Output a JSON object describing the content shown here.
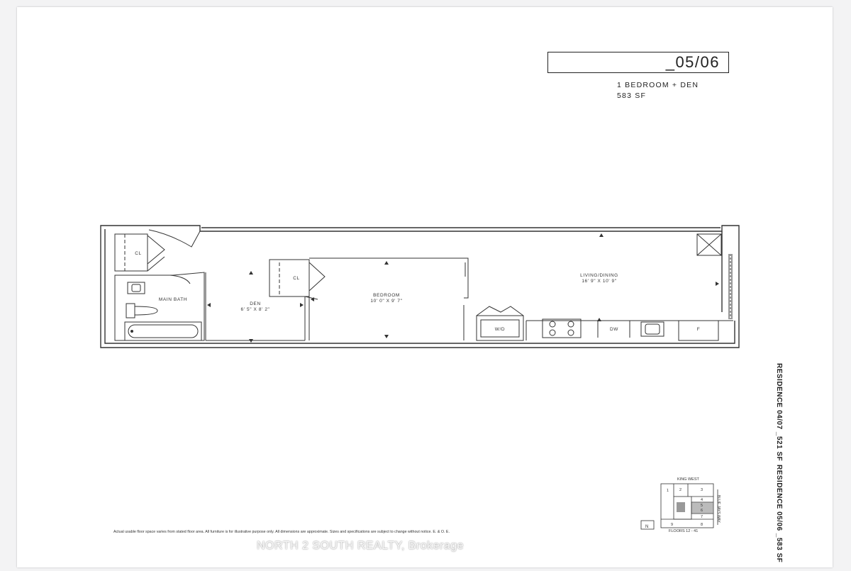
{
  "header": {
    "unit_number": "_05/06",
    "unit_type": "1 BEDROOM + DEN",
    "unit_size": "583 SF"
  },
  "rooms": {
    "closet_1": "CL",
    "closet_2": "CL",
    "main_bath": "MAIN BATH",
    "den_name": "DEN",
    "den_dims": "6' 5\" X 8' 2\"",
    "bedroom_name": "BEDROOM",
    "bedroom_dims": "10' 0\" X 9' 7\"",
    "living_name": "LIVING/DINING",
    "living_dims": "16' 9\" X 10' 9\"",
    "washer_dryer": "W/D",
    "dishwasher": "DW",
    "fridge": "F"
  },
  "side_labels": {
    "residence_a": "RESIDENCE 04/07 _521 SF",
    "residence_b": "RESIDENCE 05/06 _583 SF"
  },
  "key_plan": {
    "street_top": "KING WEST",
    "street_side": "BLUE JAYS WAY",
    "floors": "FLOORS 12 - 41",
    "north": "N",
    "unit_numbers": [
      "1",
      "2",
      "3",
      "4",
      "5",
      "6",
      "7",
      "8",
      "9"
    ]
  },
  "footer": {
    "disclaimer": "Actual usable floor space varies from stated floor area. All furniture is for illustrative purpose only. All dimensions are approximate. Sizes and specifications are subject to change without notice. E. & O. E.",
    "watermark": "NORTH 2 SOUTH REALTY, Brokerage"
  }
}
